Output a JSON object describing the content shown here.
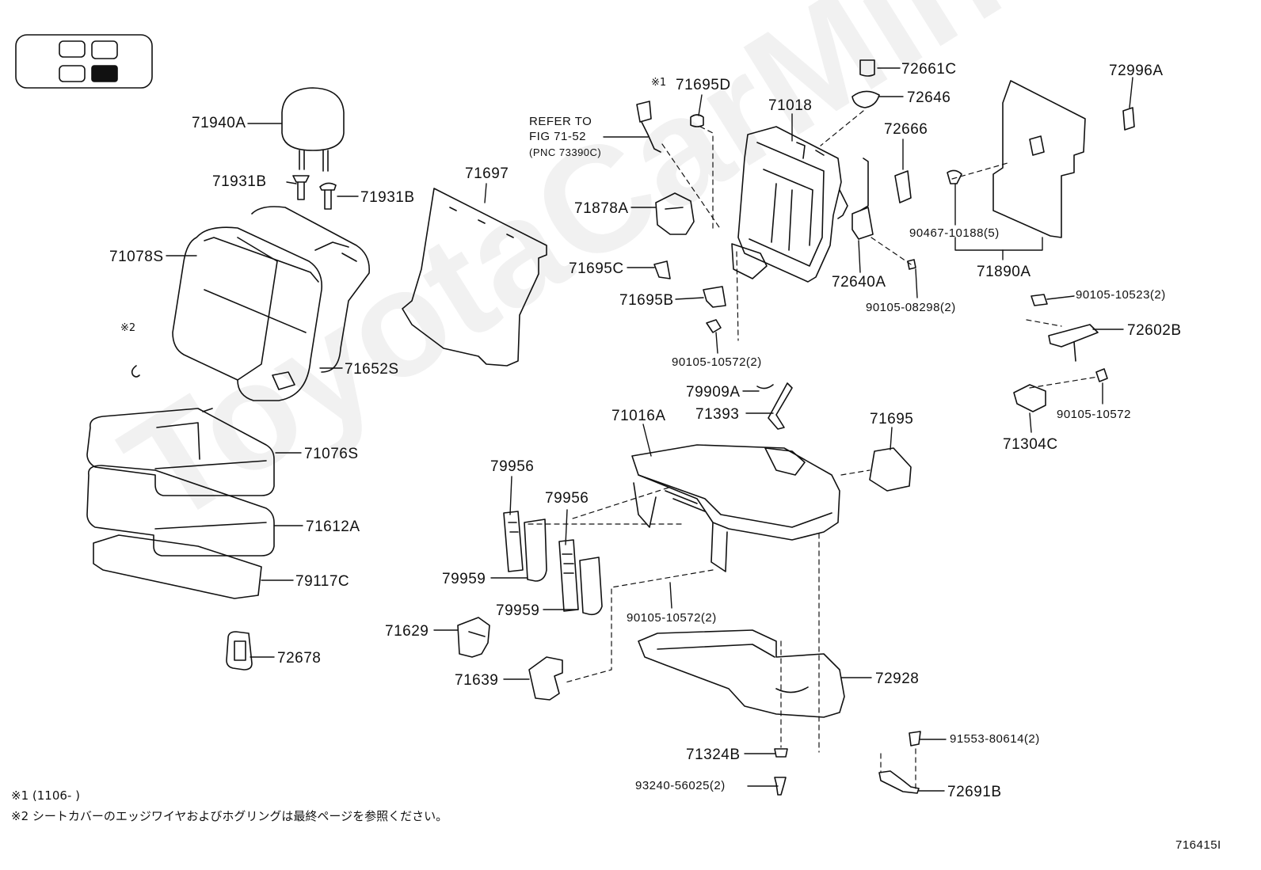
{
  "diagram": {
    "figure_id": "716415I",
    "watermark": "ToyotaCarMine.ru",
    "refer_note": {
      "line1": "REFER TO",
      "line2": "FIG 71-52",
      "line3": "(PNC 73390C)"
    },
    "marks": {
      "note1_mark": "※1",
      "note2_mark": "※2"
    },
    "footnotes": {
      "note1": "※1 (1106-       )",
      "note2": "※2 シートカバーのエッジワイヤおよびホグリングは最終ページを参照ください。"
    },
    "parts": {
      "p71940A": "71940A",
      "p71931B_left": "71931B",
      "p71931B_right": "71931B",
      "p71078S": "71078S",
      "p71652S": "71652S",
      "p71076S": "71076S",
      "p71612A": "71612A",
      "p79117C": "79117C",
      "p72678": "72678",
      "p71697": "71697",
      "p79956_a": "79956",
      "p79956_b": "79956",
      "p79959_a": "79959",
      "p79959_b": "79959",
      "p71629": "71629",
      "p71639": "71639",
      "p71695D": "71695D",
      "p71018": "71018",
      "p71878A": "71878A",
      "p71695C": "71695C",
      "p71695B": "71695B",
      "p90105_10572_2_top": "90105-10572(2)",
      "p72661C": "72661C",
      "p72646": "72646",
      "p72666": "72666",
      "p72640A": "72640A",
      "p90105_08298_2": "90105-08298(2)",
      "p72996A": "72996A",
      "p90467_10188_5": "90467-10188(5)",
      "p71890A": "71890A",
      "p90105_10523_2": "90105-10523(2)",
      "p72602B": "72602B",
      "p90105_10572": "90105-10572",
      "p71304C": "71304C",
      "p79909A": "79909A",
      "p71393": "71393",
      "p71016A": "71016A",
      "p71695": "71695",
      "p90105_10572_2_bottom": "90105-10572(2)",
      "p72928": "72928",
      "p71324B": "71324B",
      "p93240_56025_2": "93240-56025(2)",
      "p91553_80614_2": "91553-80614(2)",
      "p72691B": "72691B"
    }
  }
}
